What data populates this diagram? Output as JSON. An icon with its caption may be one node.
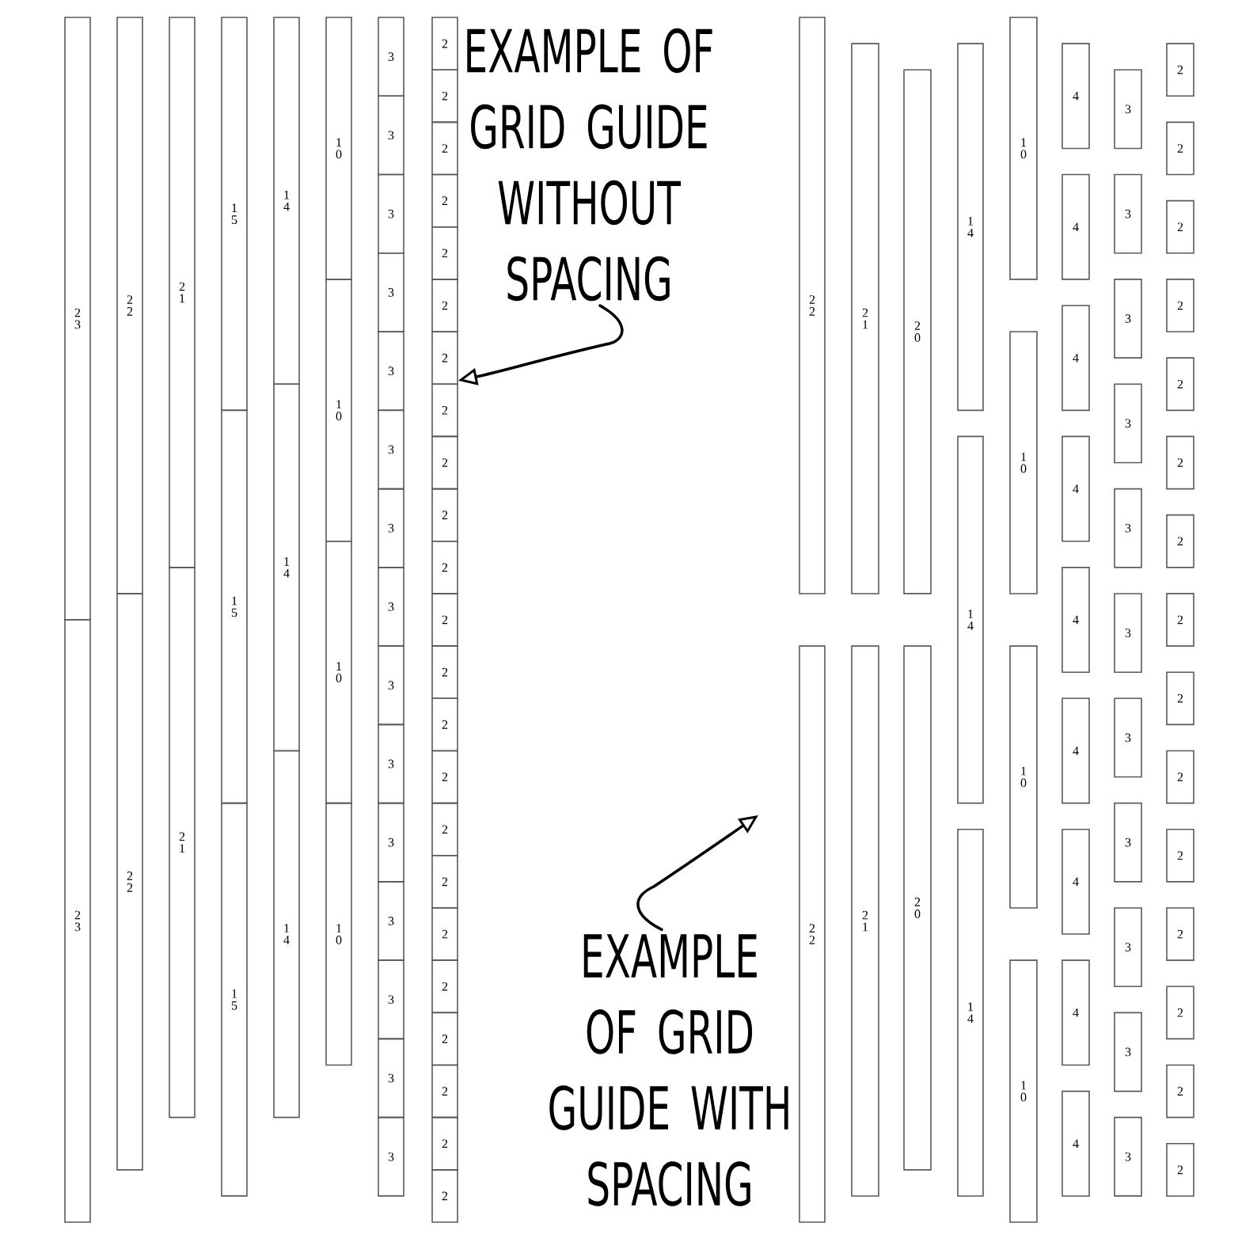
{
  "diagram": {
    "nodes": [
      {
        "text": [
          "23"
        ]
      },
      {
        "text": [
          "23"
        ]
      },
      {
        "text": [
          "22"
        ]
      },
      {
        "text": [
          "22"
        ]
      },
      {
        "text": [
          "21"
        ]
      },
      {
        "text": [
          "21"
        ]
      },
      {
        "text": [
          "15"
        ]
      },
      {
        "text": [
          "15"
        ]
      },
      {
        "text": [
          "15"
        ]
      },
      {
        "text": [
          "14"
        ]
      },
      {
        "text": [
          "14"
        ]
      },
      {
        "text": [
          "14"
        ]
      },
      {
        "text": [
          "10"
        ]
      },
      {
        "text": [
          "10"
        ]
      },
      {
        "text": [
          "10"
        ]
      },
      {
        "text": [
          "10"
        ]
      },
      {
        "text": [
          "3"
        ]
      },
      {
        "text": [
          "3"
        ]
      },
      {
        "text": [
          "3"
        ]
      },
      {
        "text": [
          "3"
        ]
      },
      {
        "text": [
          "3"
        ]
      },
      {
        "text": [
          "3"
        ]
      },
      {
        "text": [
          "3"
        ]
      },
      {
        "text": [
          "3"
        ]
      },
      {
        "text": [
          "3"
        ]
      },
      {
        "text": [
          "3"
        ]
      },
      {
        "text": [
          "3"
        ]
      },
      {
        "text": [
          "3"
        ]
      },
      {
        "text": [
          "3"
        ]
      },
      {
        "text": [
          "3"
        ]
      },
      {
        "text": [
          "3"
        ]
      },
      {
        "text": [
          "2"
        ]
      },
      {
        "text": [
          "2"
        ]
      },
      {
        "text": [
          "2"
        ]
      },
      {
        "text": [
          "2"
        ]
      },
      {
        "text": [
          "2"
        ]
      },
      {
        "text": [
          "2"
        ]
      },
      {
        "text": [
          "2"
        ]
      },
      {
        "text": [
          "2"
        ]
      },
      {
        "text": [
          "2"
        ]
      },
      {
        "text": [
          "2"
        ]
      },
      {
        "text": [
          "2"
        ]
      },
      {
        "text": [
          "2"
        ]
      },
      {
        "text": [
          "2"
        ]
      },
      {
        "text": [
          "2"
        ]
      },
      {
        "text": [
          "2"
        ]
      },
      {
        "text": [
          "2"
        ]
      },
      {
        "text": [
          "2"
        ]
      },
      {
        "text": [
          "2"
        ]
      },
      {
        "text": [
          "2"
        ]
      },
      {
        "text": [
          "2"
        ]
      },
      {
        "text": [
          "2"
        ]
      },
      {
        "text": [
          "2"
        ]
      },
      {
        "text": [
          "2"
        ]
      },
      {
        "text": [
          "EXAMPLE OF GRID GUIDE WITHOUT SPACING"
        ]
      },
      {
        "text": [
          "EXAMPLE OF GRID GUIDE WITH SPACING"
        ]
      },
      {
        "text": [
          "22"
        ]
      },
      {
        "text": [
          "22"
        ]
      },
      {
        "text": [
          "21"
        ]
      },
      {
        "text": [
          "21"
        ]
      },
      {
        "text": [
          "20"
        ]
      },
      {
        "text": [
          "20"
        ]
      },
      {
        "text": [
          "14"
        ]
      },
      {
        "text": [
          "14"
        ]
      },
      {
        "text": [
          "14"
        ]
      },
      {
        "text": [
          "10"
        ]
      },
      {
        "text": [
          "10"
        ]
      },
      {
        "text": [
          "10"
        ]
      },
      {
        "text": [
          "10"
        ]
      },
      {
        "text": [
          "4"
        ]
      },
      {
        "text": [
          "4"
        ]
      },
      {
        "text": [
          "4"
        ]
      },
      {
        "text": [
          "4"
        ]
      },
      {
        "text": [
          "4"
        ]
      },
      {
        "text": [
          "4"
        ]
      },
      {
        "text": [
          "4"
        ]
      },
      {
        "text": [
          "4"
        ]
      },
      {
        "text": [
          "4"
        ]
      },
      {
        "text": [
          "3"
        ]
      },
      {
        "text": [
          "3"
        ]
      },
      {
        "text": [
          "3"
        ]
      },
      {
        "text": [
          "3"
        ]
      },
      {
        "text": [
          "3"
        ]
      },
      {
        "text": [
          "3"
        ]
      },
      {
        "text": [
          "3"
        ]
      },
      {
        "text": [
          "3"
        ]
      },
      {
        "text": [
          "3"
        ]
      },
      {
        "text": [
          "3"
        ]
      },
      {
        "text": [
          "3"
        ]
      },
      {
        "text": [
          "2"
        ]
      },
      {
        "text": [
          "2"
        ]
      },
      {
        "text": [
          "2"
        ]
      },
      {
        "text": [
          "2"
        ]
      },
      {
        "text": [
          "2"
        ]
      },
      {
        "text": [
          "2"
        ]
      },
      {
        "text": [
          "2"
        ]
      },
      {
        "text": [
          "2"
        ]
      },
      {
        "text": [
          "2"
        ]
      },
      {
        "text": [
          "2"
        ]
      },
      {
        "text": [
          "2"
        ]
      },
      {
        "text": [
          "2"
        ]
      },
      {
        "text": [
          "2"
        ]
      },
      {
        "text": [
          "2"
        ]
      },
      {
        "text": [
          "2"
        ]
      }
    ],
    "edges": [
      {
        "from": 54,
        "to": 37,
        "arrow": "to"
      },
      {
        "from": 55,
        "to": null,
        "arrow": "to"
      }
    ]
  }
}
